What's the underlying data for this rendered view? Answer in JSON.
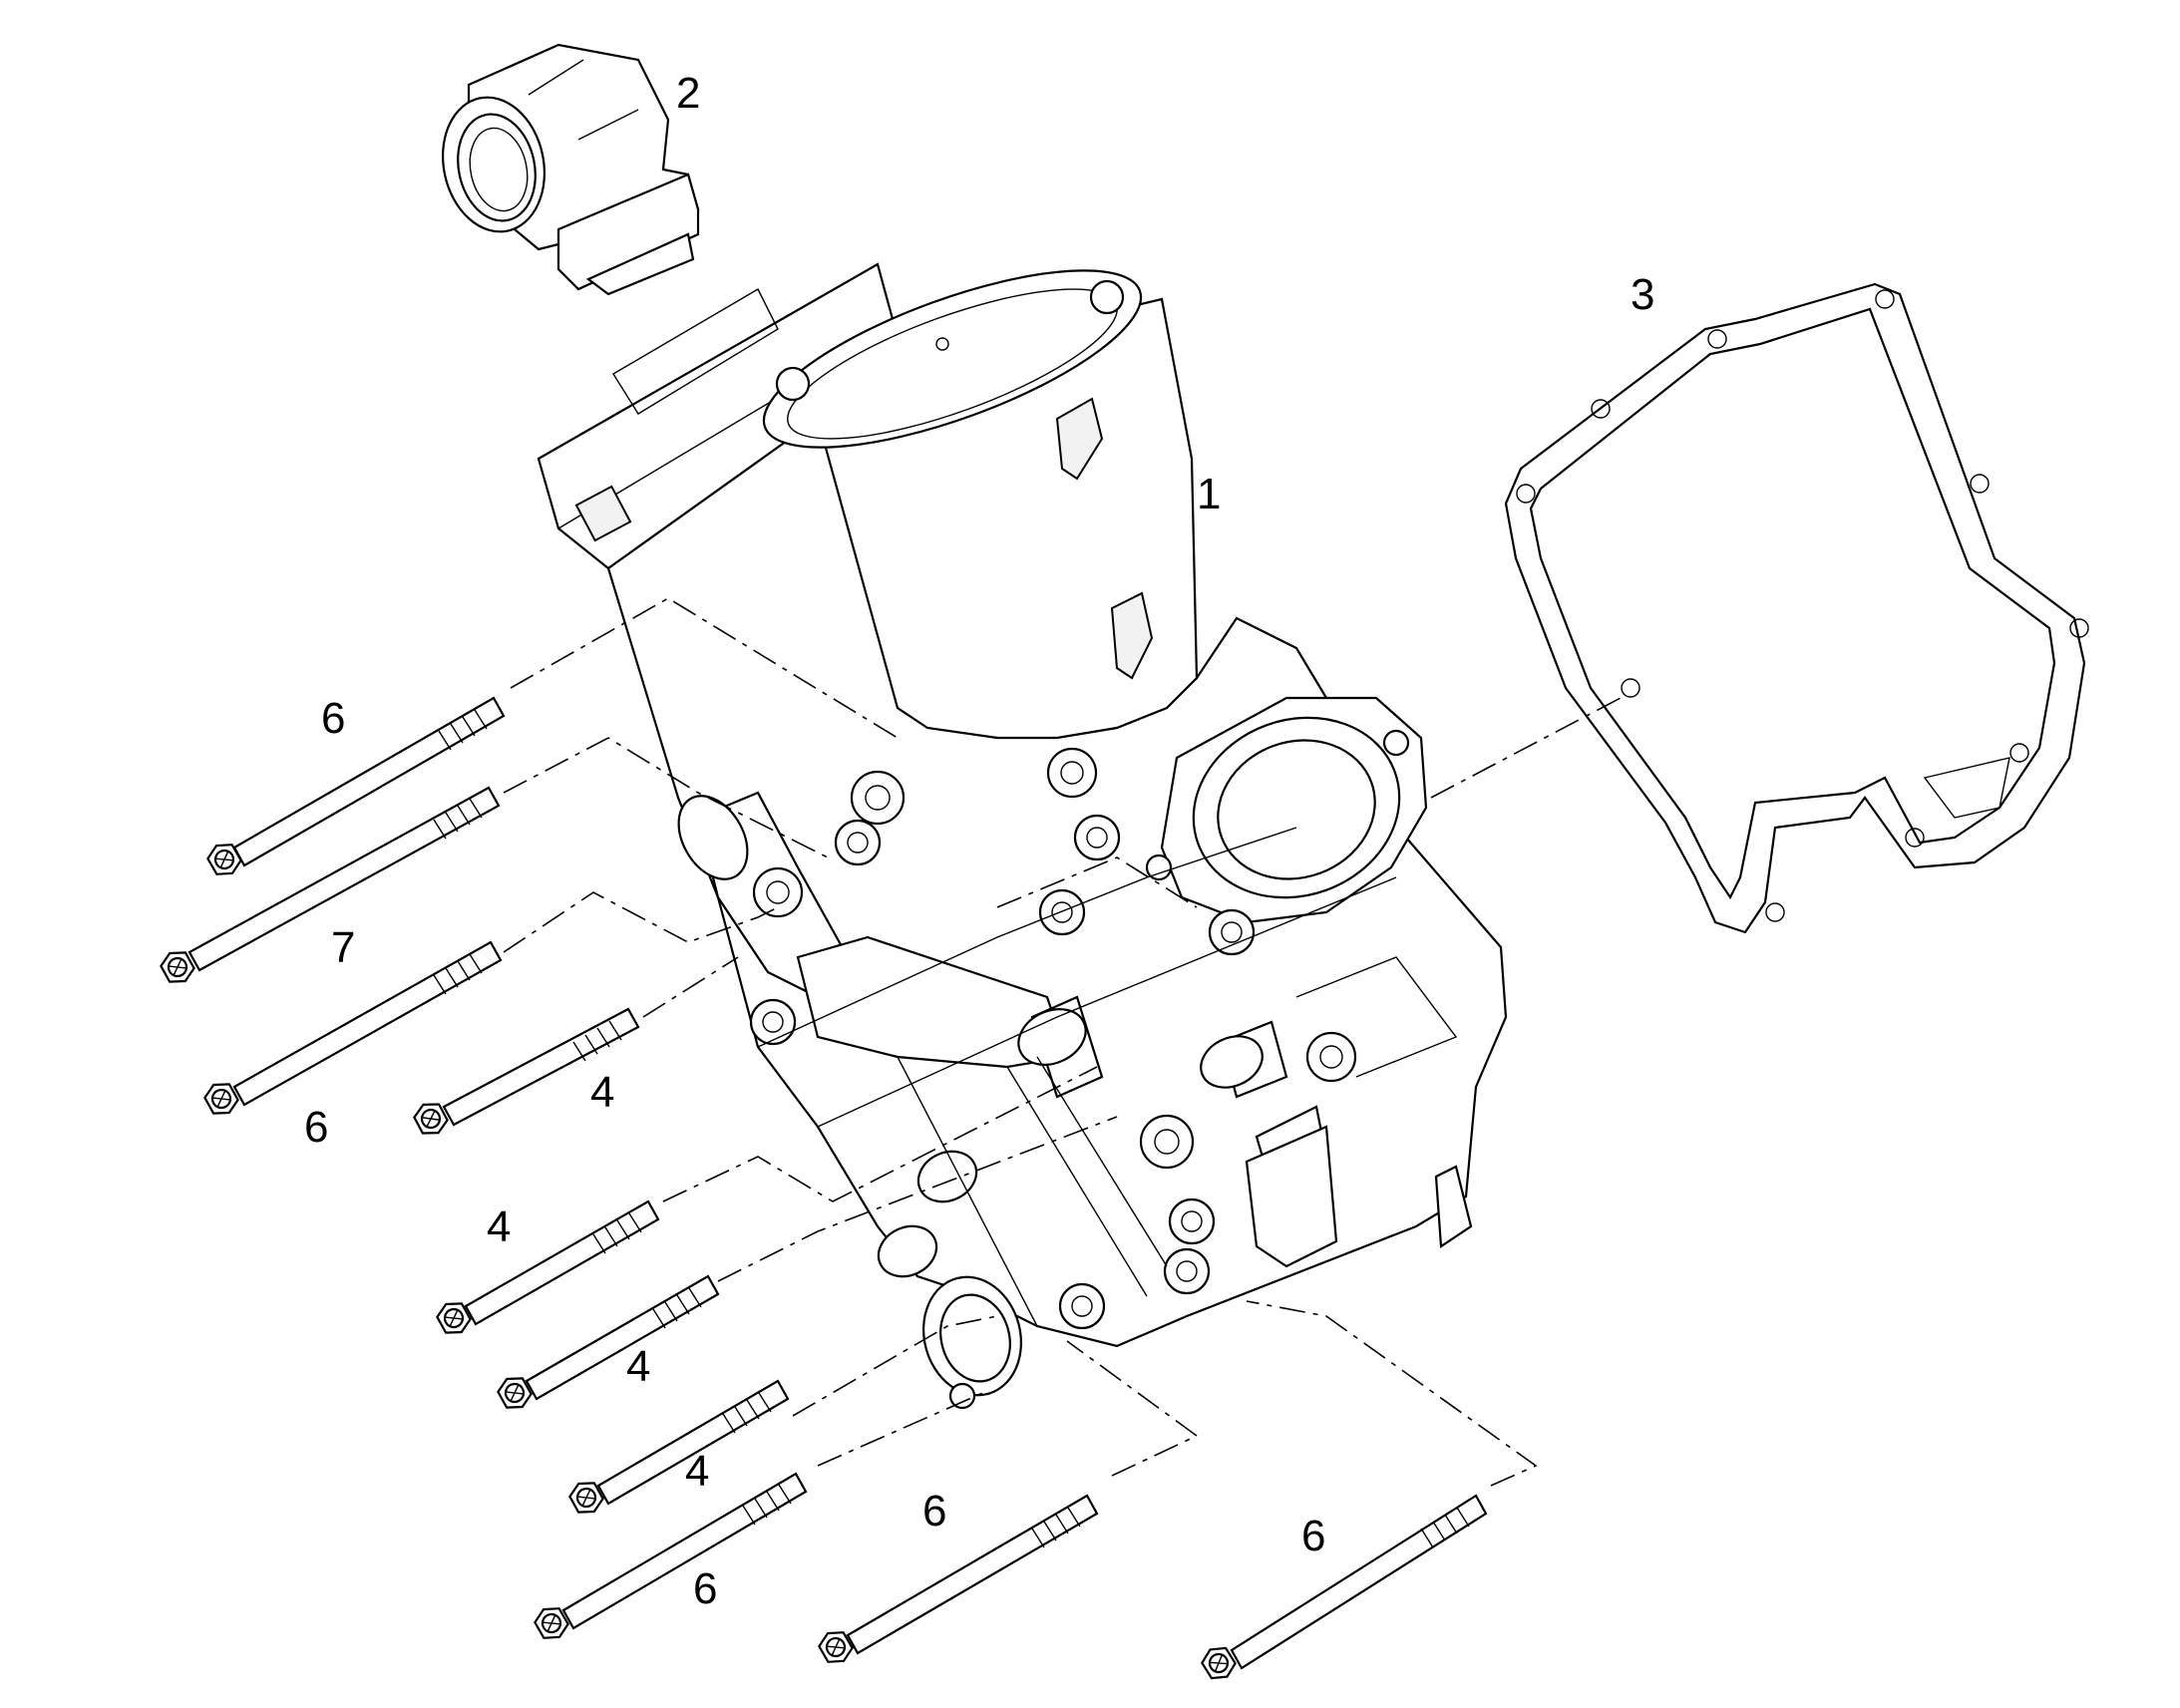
{
  "callouts": {
    "c1": "1",
    "c2": "2",
    "c3": "3",
    "c4a": "4",
    "c4b": "4",
    "c4c": "4",
    "c4d": "4",
    "c6a": "6",
    "c6b": "6",
    "c6c": "6",
    "c6d": "6",
    "c6e": "6",
    "c7": "7"
  }
}
